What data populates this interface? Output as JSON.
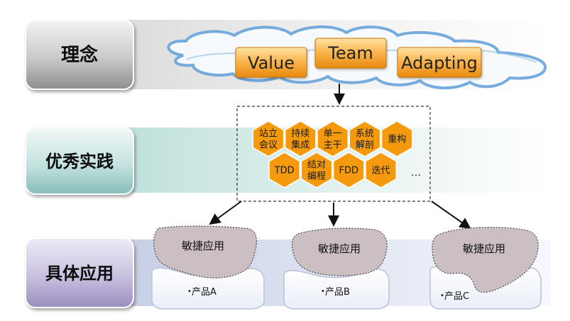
{
  "rows": [
    {
      "label": "理念"
    },
    {
      "label": "优秀实践"
    },
    {
      "label": "具体应用"
    }
  ],
  "values": {
    "items": [
      "Value",
      "Team",
      "Adapting"
    ]
  },
  "practices": {
    "hex_top": [
      [
        "站立",
        "会议"
      ],
      [
        "持续",
        "集成"
      ],
      [
        "单一",
        "主干"
      ],
      [
        "系统",
        "解剖"
      ],
      [
        "重构"
      ]
    ],
    "hex_bottom": [
      [
        "TDD"
      ],
      [
        "结对",
        "编程"
      ],
      [
        "FDD"
      ],
      [
        "迭代"
      ]
    ],
    "more": "…"
  },
  "applications": [
    {
      "agile": "敏捷应用",
      "product": "产品A"
    },
    {
      "agile": "敏捷应用",
      "product": "产品B"
    },
    {
      "agile": "敏捷应用",
      "product": "产品C"
    }
  ],
  "colors": {
    "hex_fill": "#f59a0c",
    "value_box": "#f7a12e",
    "cloud_stroke": "#6fa8dc",
    "blob_fill": "#cbbfc4"
  }
}
